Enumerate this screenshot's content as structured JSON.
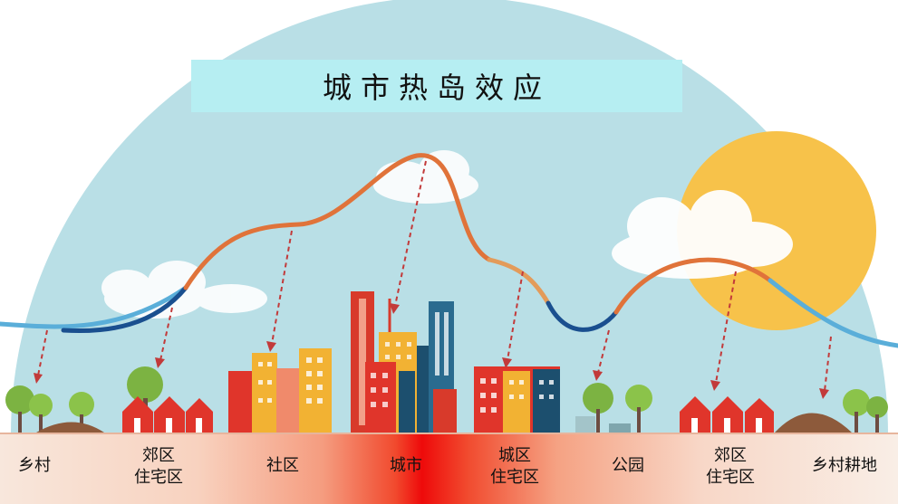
{
  "title": "城市热岛效应",
  "zones": [
    {
      "id": "rural",
      "lines": [
        "乡村"
      ]
    },
    {
      "id": "suburban-residential",
      "lines": [
        "郊区",
        "住宅区"
      ]
    },
    {
      "id": "community",
      "lines": [
        "社区"
      ]
    },
    {
      "id": "city",
      "lines": [
        "城市"
      ]
    },
    {
      "id": "urban-residential",
      "lines": [
        "城区",
        "住宅区"
      ]
    },
    {
      "id": "park",
      "lines": [
        "公园"
      ]
    },
    {
      "id": "suburban-residential-2",
      "lines": [
        "郊区",
        "住宅区"
      ]
    },
    {
      "id": "rural-farmland",
      "lines": [
        "乡村耕地"
      ]
    }
  ],
  "colors": {
    "sky": "#b9dfe6",
    "sun": "#f7c24a",
    "curve_hot": "#e0733a",
    "curve_cool": "#1a4f8f",
    "curve_mild": "#5aaed9",
    "arrow": "#c23a3a",
    "ground_hot": "#ee0a0a"
  }
}
